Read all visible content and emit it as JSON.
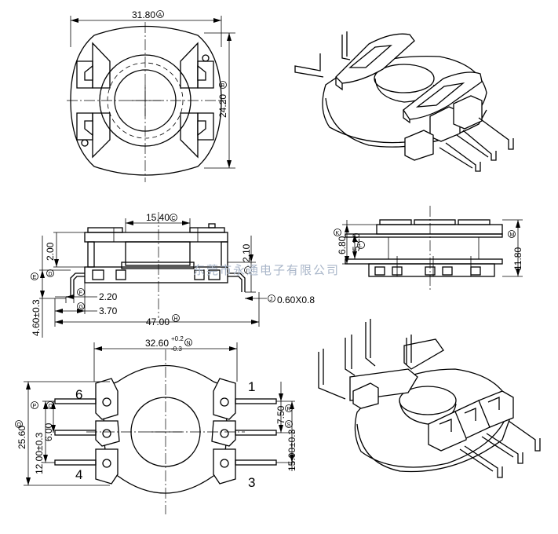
{
  "top_view": {
    "width_dim": "31.80",
    "width_tag": "A",
    "height_dim": "24.20",
    "height_tag": "B"
  },
  "side_view": {
    "span_dim": "15.40",
    "span_tag": "C",
    "dim_200": "2.00",
    "dim_210": "2.10",
    "dim_460": "4.60±0.3",
    "dim_220": "2.20",
    "dim_220_tag": "F",
    "dim_370": "3.70",
    "dim_370_tag": "G",
    "dim_4700": "47.00",
    "dim_4700_tag": "H",
    "pin_size": "0.60X0.8",
    "pin_size_tag": "J",
    "tag_d": "D",
    "tag_e": "E",
    "tag_i": "I"
  },
  "end_view": {
    "dim_680": "6.80",
    "dim_680_tag": "K",
    "dim_520": "5.20",
    "dim_520_tag": "L",
    "dim_1180": "11.80",
    "dim_1180_tag": "M"
  },
  "bottom_view": {
    "width_main": "32.60",
    "width_sup": "+0.2",
    "width_sub": "-0.3",
    "width_tag": "N",
    "height_dim": "25.60",
    "height_tag": "O",
    "dim_1200": "12.00±0.3",
    "dim_1200_tag": "P",
    "dim_600": "6.00",
    "dim_600_tag": "Q",
    "dim_750": "7.50",
    "dim_750_tag": "R",
    "dim_1500": "15.00±0.3",
    "dim_1500_tag": "S",
    "pin_1": "1",
    "pin_3": "3",
    "pin_4": "4",
    "pin_6": "6"
  },
  "watermark": "东莞市永通电子有限公司"
}
